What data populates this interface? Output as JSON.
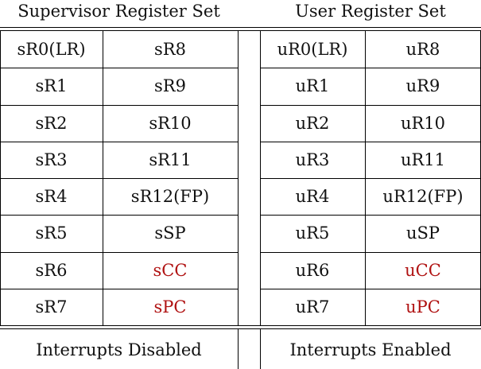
{
  "headers": {
    "supervisor": "Supervisor Register Set",
    "user": "User Register Set"
  },
  "rows": [
    [
      "sR0(LR)",
      "sR8",
      "uR0(LR)",
      "uR8"
    ],
    [
      "sR1",
      "sR9",
      "uR1",
      "uR9"
    ],
    [
      "sR2",
      "sR10",
      "uR2",
      "uR10"
    ],
    [
      "sR3",
      "sR11",
      "uR3",
      "uR11"
    ],
    [
      "sR4",
      "sR12(FP)",
      "uR4",
      "uR12(FP)"
    ],
    [
      "sR5",
      "sSP",
      "uR5",
      "uSP"
    ],
    [
      "sR6",
      "sCC",
      "uR6",
      "uCC"
    ],
    [
      "sR7",
      "sPC",
      "uR7",
      "uPC"
    ]
  ],
  "highlighted": [
    "sCC",
    "sPC",
    "uCC",
    "uPC"
  ],
  "highlight_color": "#b01212",
  "footer": {
    "supervisor": "Interrupts Disabled",
    "user": "Interrupts Enabled"
  }
}
